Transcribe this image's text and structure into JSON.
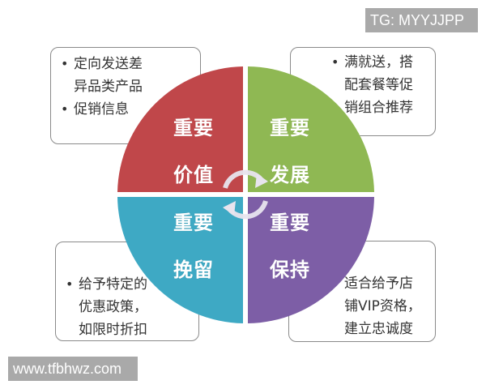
{
  "watermarks": {
    "top_right": "TG: MYYJJPP",
    "bottom_left": "www.tfbhwz.com"
  },
  "quadrants": [
    {
      "id": "top-left",
      "line1": "重要",
      "line2": "价值",
      "color": "#c0474a"
    },
    {
      "id": "top-right",
      "line1": "重要",
      "line2": "发展",
      "color": "#8fb853"
    },
    {
      "id": "bottom-left",
      "line1": "重要",
      "line2": "挽留",
      "color": "#3ea9c4"
    },
    {
      "id": "bottom-right",
      "line1": "重要",
      "line2": "保持",
      "color": "#7d5ea6"
    }
  ],
  "boxes": {
    "top_left": {
      "items": [
        {
          "lines": [
            "定向发送差",
            "异品类产品"
          ]
        },
        {
          "lines": [
            "促销信息"
          ]
        }
      ]
    },
    "top_right": {
      "items": [
        {
          "lines": [
            "满就送，搭",
            "配套餐等促",
            "销组合推荐"
          ]
        }
      ]
    },
    "bottom_left": {
      "items": [
        {
          "lines": [
            "给予特定的",
            "优惠政策，",
            "如限时折扣"
          ]
        }
      ]
    },
    "bottom_right": {
      "items": [
        {
          "lines": [
            "适合给予店",
            "铺VIP资格，",
            "建立忠诚度"
          ]
        }
      ]
    }
  },
  "center_icon": "cycle-arrows-icon"
}
